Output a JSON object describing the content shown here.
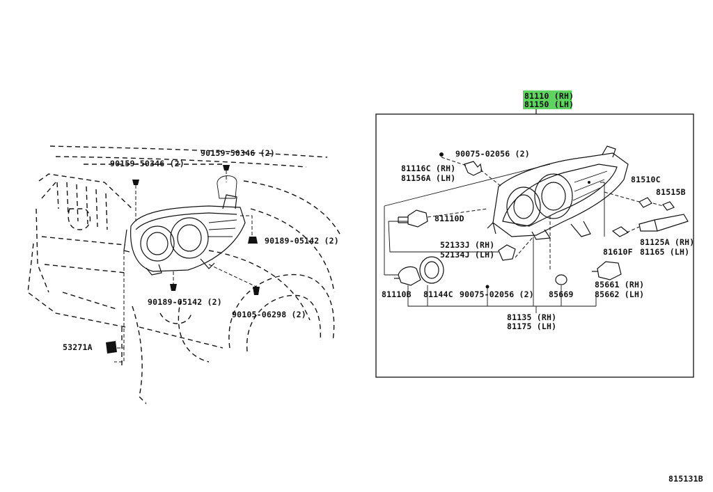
{
  "diagram": {
    "highlight_color": "#5fd35f",
    "reference_code": "815131B",
    "highlighted_part": {
      "rh": "81110 (RH)",
      "lh": "81150 (LH)"
    },
    "parts": {
      "p_90159_a": "90159-50346 (2)",
      "p_90159_b": "90159-50346 (2)",
      "p_90189_a": "90189-05142 (2)",
      "p_90189_b": "90189-05142 (2)",
      "p_90105": "90105-06298 (2)",
      "p_53271a": "53271A",
      "p_90075_a": "90075-02056 (2)",
      "p_90075_b": "90075-02056 (2)",
      "p_81116c": "81116C (RH)",
      "p_81156a": "81156A (LH)",
      "p_81110d": "81110D",
      "p_52133j": "52133J (RH)",
      "p_52134j": "52134J (LH)",
      "p_81110b": "81110B",
      "p_81144c": "81144C",
      "p_81510c": "81510C",
      "p_81515b": "81515B",
      "p_81125a": "81125A (RH)",
      "p_81165": "81165 (LH)",
      "p_81610f": "81610F",
      "p_85661": "85661 (RH)",
      "p_85662": "85662 (LH)",
      "p_85669": "85669",
      "p_81135": "81135 (RH)",
      "p_81175": "81175 (LH)"
    }
  }
}
